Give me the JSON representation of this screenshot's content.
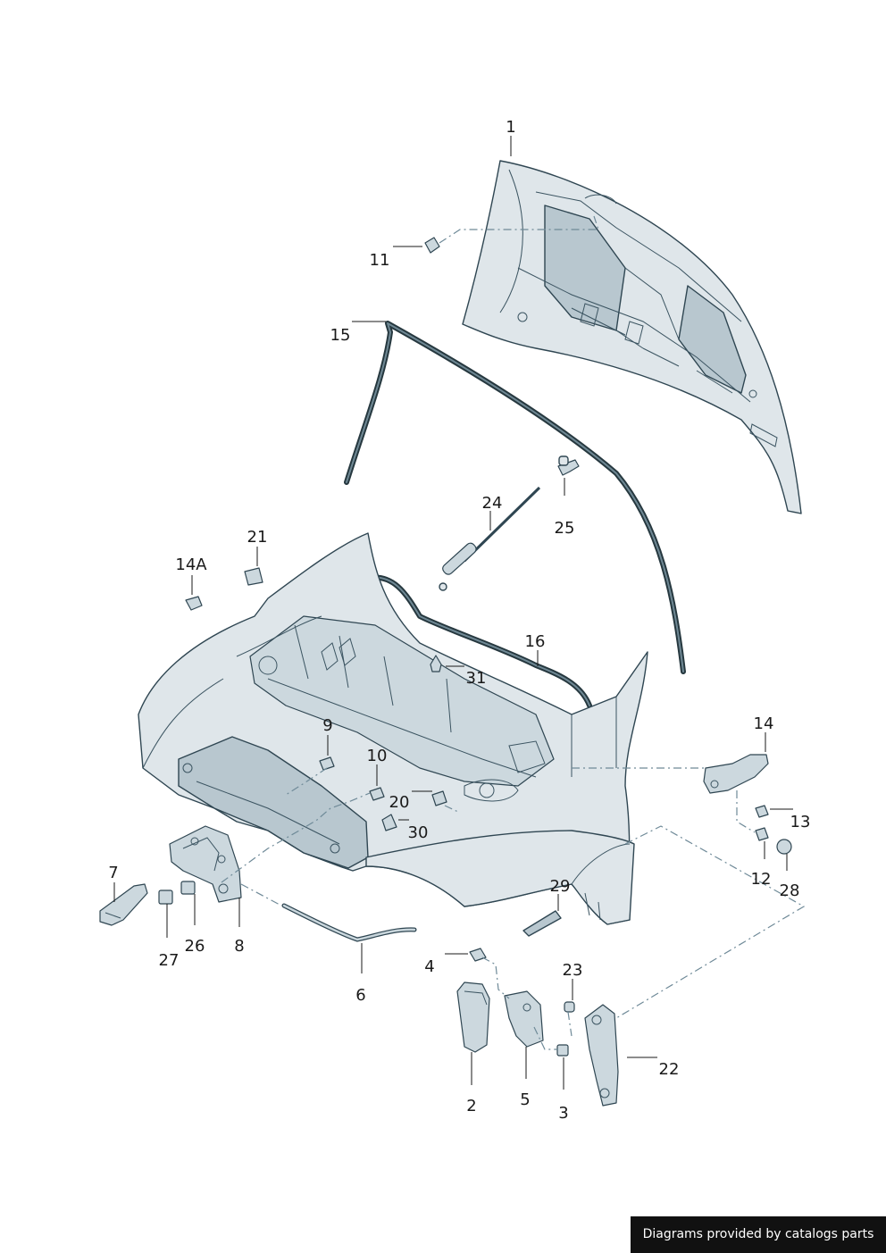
{
  "callouts": {
    "c1": "1",
    "c2": "2",
    "c3": "3",
    "c4": "4",
    "c5": "5",
    "c6": "6",
    "c7": "7",
    "c8": "8",
    "c9": "9",
    "c10": "10",
    "c11": "11",
    "c12": "12",
    "c13": "13",
    "c14": "14",
    "c14a": "14A",
    "c15": "15",
    "c16": "16",
    "c20": "20",
    "c21": "21",
    "c22": "22",
    "c23": "23",
    "c24": "24",
    "c25": "25",
    "c26": "26",
    "c27": "27",
    "c28": "28",
    "c29": "29",
    "c30": "30",
    "c31": "31"
  },
  "footer": {
    "credit": "Diagrams provided by catalogs parts"
  }
}
